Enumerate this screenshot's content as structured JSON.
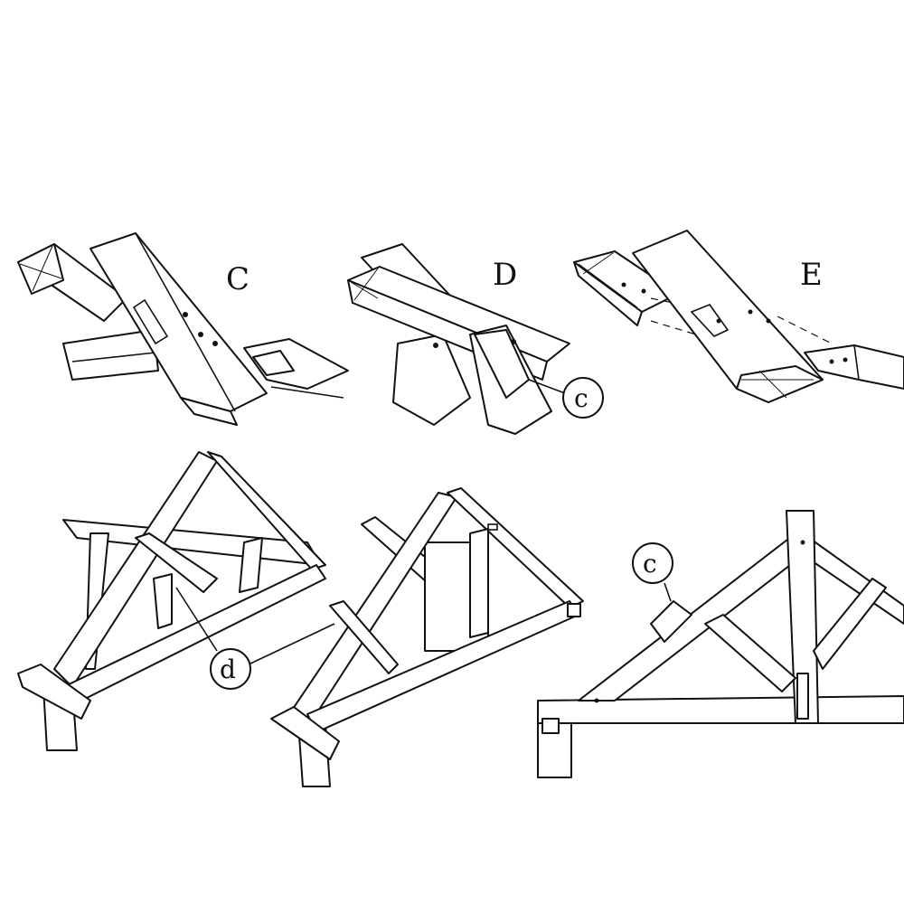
{
  "figures": {
    "top": [
      {
        "id": "C",
        "label": "C"
      },
      {
        "id": "D",
        "label": "D",
        "callout": "c"
      },
      {
        "id": "E",
        "label": "E"
      }
    ],
    "bottom": {
      "left_callout": "d",
      "right_callout": "c"
    }
  },
  "colors": {
    "ink": "#111111",
    "paper": "#ffffff"
  }
}
